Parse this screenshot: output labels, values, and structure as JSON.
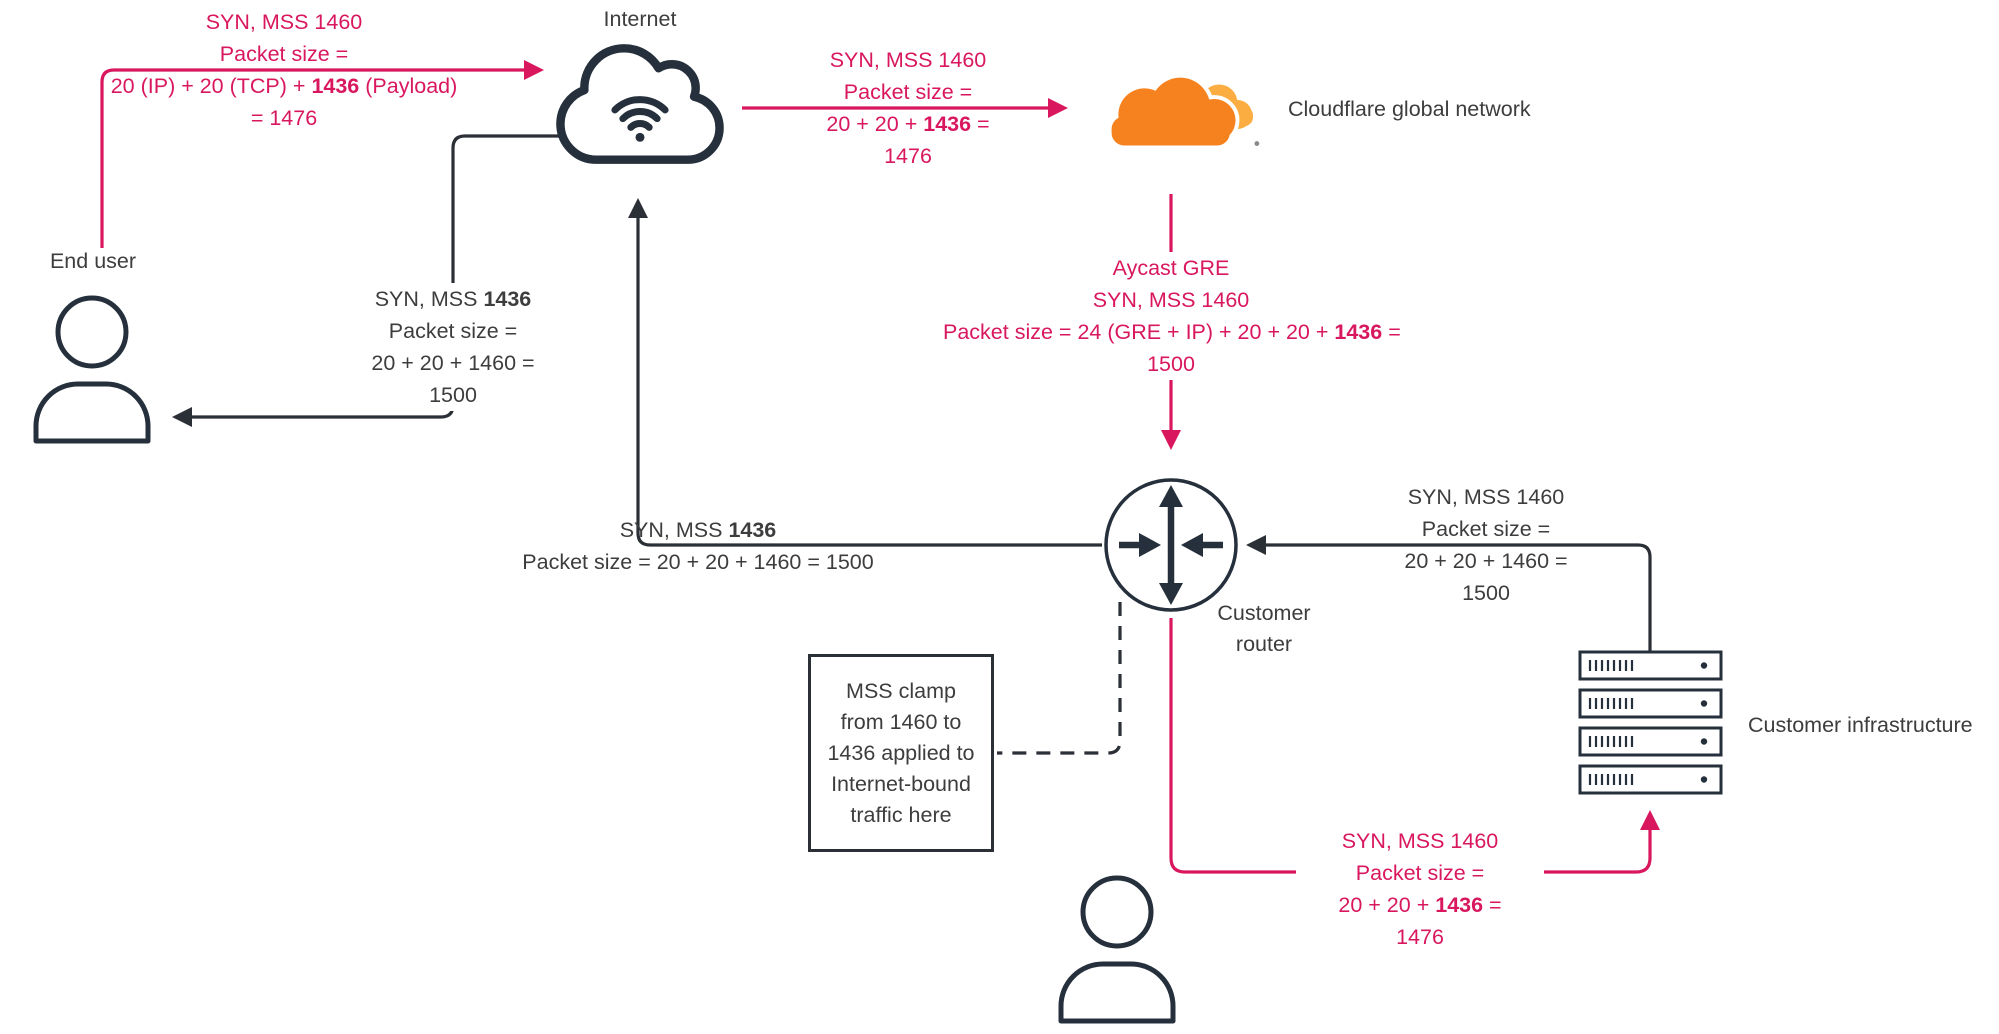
{
  "colors": {
    "pink": "#d9175e",
    "line": "#2b2f36",
    "icon": "#25303c",
    "text": "#3d3d3d",
    "cf_orange": "#f6821f",
    "cf_orange_light": "#fbad41"
  },
  "nodes": {
    "internet": {
      "label": "Internet"
    },
    "end_user": {
      "label": "End user"
    },
    "cloudflare": {
      "label": "Cloudflare global network"
    },
    "router": {
      "label": "Customer router"
    },
    "infrastructure": {
      "label": "Customer infrastructure"
    }
  },
  "flows": {
    "user_to_internet": {
      "color": "pink",
      "lines": [
        [
          {
            "t": "SYN, MSS 1460"
          }
        ],
        [
          {
            "t": "Packet size ="
          }
        ],
        [
          {
            "t": "20 (IP) + 20 (TCP) + "
          },
          {
            "t": "1436",
            "b": true
          },
          {
            "t": " (Payload)"
          }
        ],
        [
          {
            "t": "= 1476"
          }
        ]
      ]
    },
    "internet_to_cloudflare": {
      "color": "pink",
      "lines": [
        [
          {
            "t": "SYN, MSS 1460"
          }
        ],
        [
          {
            "t": "Packet size ="
          }
        ],
        [
          {
            "t": "20 + 20 + "
          },
          {
            "t": "1436",
            "b": true
          },
          {
            "t": " ="
          }
        ],
        [
          {
            "t": "1476"
          }
        ]
      ]
    },
    "cloudflare_to_router": {
      "color": "pink",
      "lines": [
        [
          {
            "t": "Aycast GRE"
          }
        ],
        [
          {
            "t": "SYN, MSS 1460"
          }
        ],
        [
          {
            "t": "Packet size = 24 (GRE + IP) + 20 + 20 + "
          },
          {
            "t": "1436",
            "b": true
          },
          {
            "t": " ="
          }
        ],
        [
          {
            "t": "1500"
          }
        ]
      ]
    },
    "internet_to_user": {
      "color": "dark",
      "lines": [
        [
          {
            "t": "SYN, MSS "
          },
          {
            "t": "1436",
            "b": true
          }
        ],
        [
          {
            "t": "Packet size ="
          }
        ],
        [
          {
            "t": "20 + 20 + 1460 ="
          }
        ],
        [
          {
            "t": "1500"
          }
        ]
      ]
    },
    "router_to_internet": {
      "color": "dark",
      "lines": [
        [
          {
            "t": "SYN, MSS "
          },
          {
            "t": "1436",
            "b": true
          }
        ],
        [
          {
            "t": "Packet size = 20 + 20 + 1460 = 1500"
          }
        ]
      ]
    },
    "infrastructure_to_router": {
      "color": "dark",
      "lines": [
        [
          {
            "t": "SYN, MSS 1460"
          }
        ],
        [
          {
            "t": "Packet size ="
          }
        ],
        [
          {
            "t": "20 + 20 + 1460 ="
          }
        ],
        [
          {
            "t": "1500"
          }
        ]
      ]
    },
    "router_to_infrastructure": {
      "color": "pink",
      "lines": [
        [
          {
            "t": "SYN, MSS 1460"
          }
        ],
        [
          {
            "t": "Packet size ="
          }
        ],
        [
          {
            "t": "20 + 20 + "
          },
          {
            "t": "1436",
            "b": true
          },
          {
            "t": " ="
          }
        ],
        [
          {
            "t": "1476"
          }
        ]
      ]
    }
  },
  "clamp_note": {
    "lines": [
      [
        {
          "t": "MSS clamp"
        }
      ],
      [
        {
          "t": "from 1460 to"
        }
      ],
      [
        {
          "t": "1436 applied to"
        }
      ],
      [
        {
          "t": "Internet-bound"
        }
      ],
      [
        {
          "t": "traffic here"
        }
      ]
    ]
  }
}
